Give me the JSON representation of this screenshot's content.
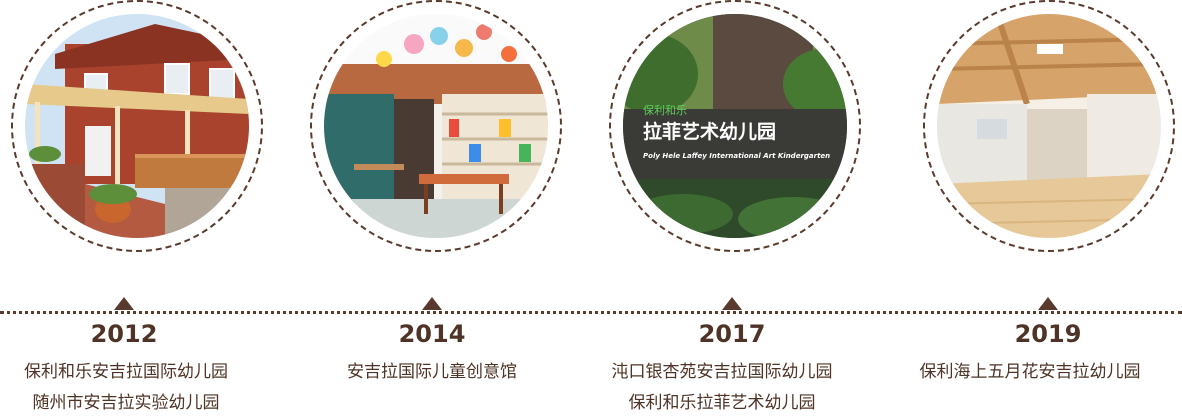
{
  "milestones": [
    {
      "year": "2012",
      "lines": [
        "保利和乐安吉拉国际幼儿园",
        "随州市安吉拉实验幼儿园"
      ]
    },
    {
      "year": "2014",
      "lines": [
        "安吉拉国际儿童创意馆"
      ]
    },
    {
      "year": "2017",
      "lines": [
        "沌口银杏苑安吉拉国际幼儿园",
        "保利和乐拉菲艺术幼儿园"
      ]
    },
    {
      "year": "2019",
      "lines": [
        "保利海上五月花安吉拉幼儿园"
      ]
    }
  ],
  "signage": {
    "cn_small": "保利和乐",
    "cn_main": "拉菲艺术幼儿园",
    "en": "Poly Hele Laffey International Art Kindergarten"
  },
  "colors": {
    "accent": "#5a3a2c",
    "text": "#4e3326"
  }
}
